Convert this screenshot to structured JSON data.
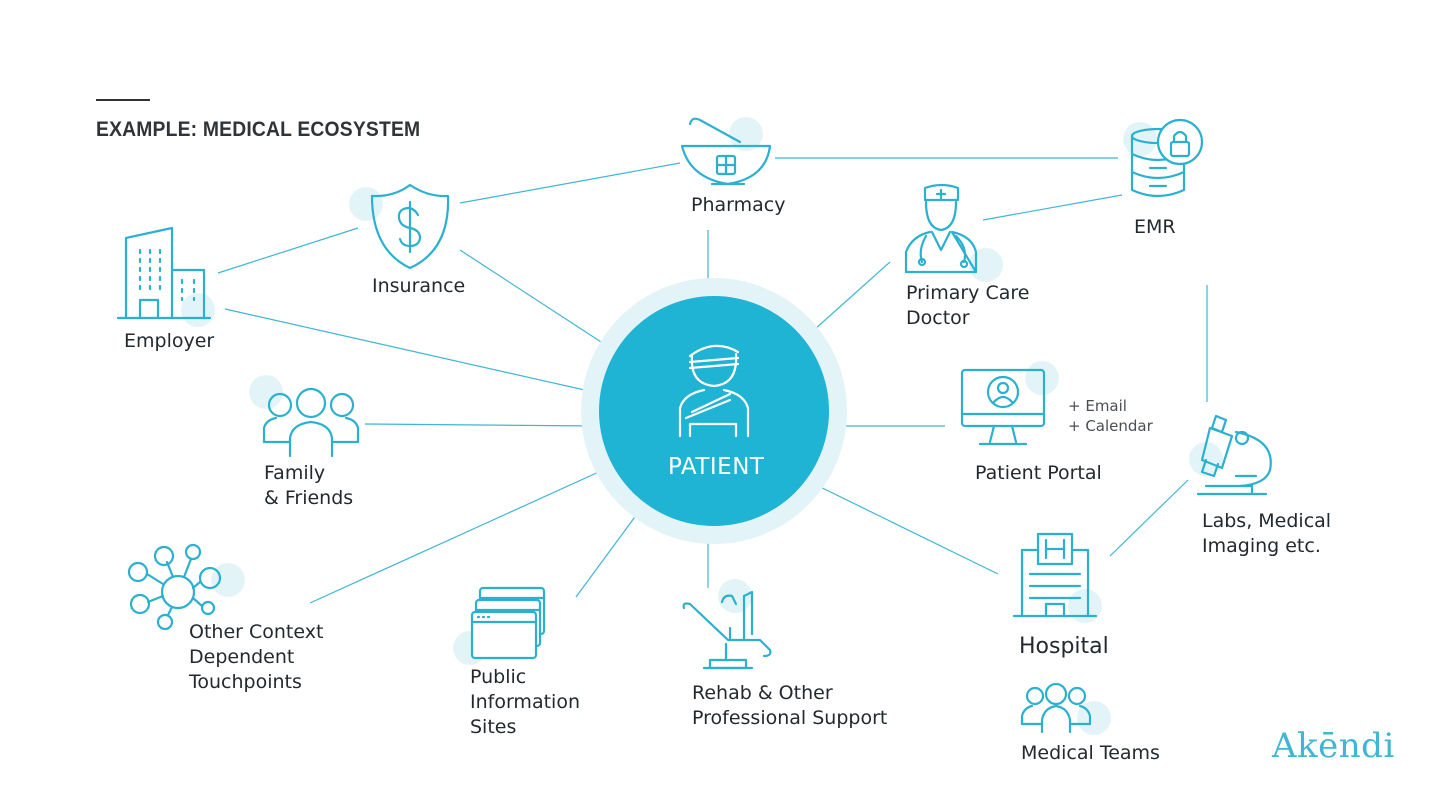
{
  "header": {
    "title": "EXAMPLE: MEDICAL ECOSYSTEM"
  },
  "hub": {
    "label": "PATIENT",
    "icon": "injured-patient-icon"
  },
  "nodes": {
    "pharmacy": {
      "label": "Pharmacy",
      "icon": "mortar-pestle-icon"
    },
    "emr": {
      "label": "EMR",
      "icon": "database-lock-icon"
    },
    "insurance": {
      "label": "Insurance",
      "icon": "shield-dollar-icon"
    },
    "doctor": {
      "label": "Primary Care\nDoctor",
      "icon": "doctor-icon"
    },
    "employer": {
      "label": "Employer",
      "icon": "building-icon"
    },
    "family": {
      "label": "Family\n& Friends",
      "icon": "people-group-icon"
    },
    "portal": {
      "label": "Patient Portal",
      "icon": "monitor-user-icon",
      "extras": "+ Email\n+ Calendar"
    },
    "labs": {
      "label": "Labs, Medical\nImaging etc.",
      "icon": "microscope-icon"
    },
    "other": {
      "label": "Other Context\nDependent\nTouchpoints",
      "icon": "network-icon"
    },
    "public": {
      "label": "Public\nInformation\nSites",
      "icon": "browser-windows-icon"
    },
    "rehab": {
      "label": "Rehab & Other\nProfessional Support",
      "icon": "dental-chair-icon"
    },
    "hospital": {
      "label": "Hospital",
      "icon": "hospital-icon"
    },
    "teams": {
      "label": "Medical Teams",
      "icon": "people-group-icon"
    }
  },
  "brand": {
    "logo_text": "Akēndi",
    "accent": "#1fb3d4",
    "accent_light": "#e3f4f9",
    "line": "#3fb6d3"
  }
}
